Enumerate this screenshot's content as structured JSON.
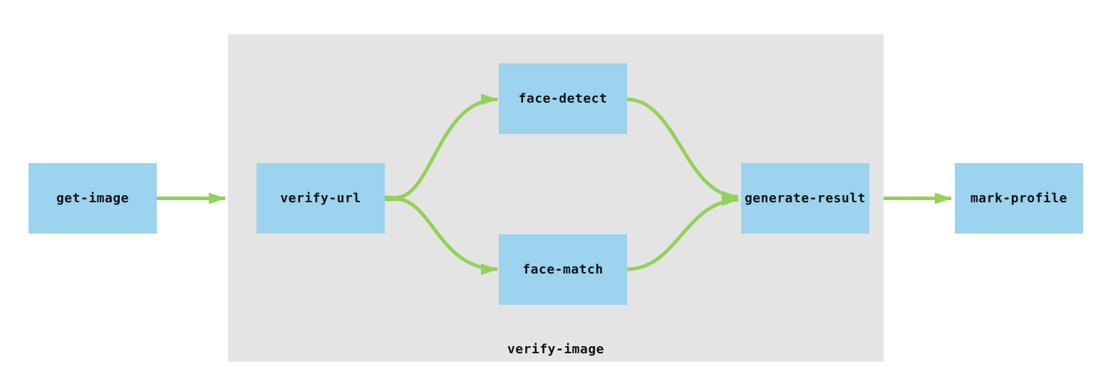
{
  "diagram": {
    "type": "workflow-dag",
    "colors": {
      "node_fill": "#9CD3EE",
      "cluster_fill": "#E4E4E4",
      "edge": "#93D158",
      "text": "#121212",
      "background": "#FFFFFF"
    },
    "cluster": {
      "id": "verify-image",
      "label": "verify-image"
    },
    "nodes": [
      {
        "id": "get-image",
        "label": "get-image"
      },
      {
        "id": "verify-url",
        "label": "verify-url"
      },
      {
        "id": "face-detect",
        "label": "face-detect"
      },
      {
        "id": "face-match",
        "label": "face-match"
      },
      {
        "id": "generate-result",
        "label": "generate-result"
      },
      {
        "id": "mark-profile",
        "label": "mark-profile"
      }
    ],
    "edges": [
      {
        "from": "get-image",
        "to": "verify-image"
      },
      {
        "from": "verify-url",
        "to": "face-detect"
      },
      {
        "from": "verify-url",
        "to": "face-match"
      },
      {
        "from": "face-detect",
        "to": "generate-result"
      },
      {
        "from": "face-match",
        "to": "generate-result"
      },
      {
        "from": "verify-image",
        "to": "mark-profile"
      }
    ]
  }
}
